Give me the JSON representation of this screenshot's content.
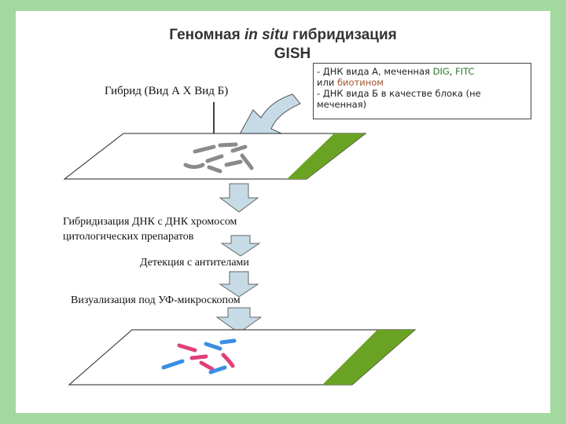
{
  "title": {
    "line1_pre": "Геномная ",
    "line1_italic": "in situ",
    "line1_post": " гибридизация",
    "line2": "GISH"
  },
  "hybrid_label": "Гибрид (Вид А Х Вид Б)",
  "info_box": {
    "l1_pre": "- ДНК вида А, меченная ",
    "l1_dig": "DIG",
    "l1_mid": ", ",
    "l1_fitc": "FITC",
    "l2_pre": "или ",
    "l2_bio": "биотином",
    "l3": "- ДНК вида Б в качестве блока (не",
    "l4": "меченная)"
  },
  "steps": {
    "s1_line1": "Гибридизация ДНК с ДНК хромосом",
    "s1_line2": "цитологических препаратов",
    "s2": "Детекция с антителами",
    "s3": "Визуализация под УФ-микроскопом"
  },
  "colors": {
    "background": "#a3d9a0",
    "slide_green": "#6aa323",
    "arrow_fill": "#c6dbe5",
    "chrom_gray": "#8a8a8a",
    "chrom_red": "#e0407a",
    "chrom_blue": "#3a8ee6",
    "dig_color": "#2a7a2a",
    "fitc_color": "#2a7a2a",
    "biotin_color": "#a0522d"
  }
}
